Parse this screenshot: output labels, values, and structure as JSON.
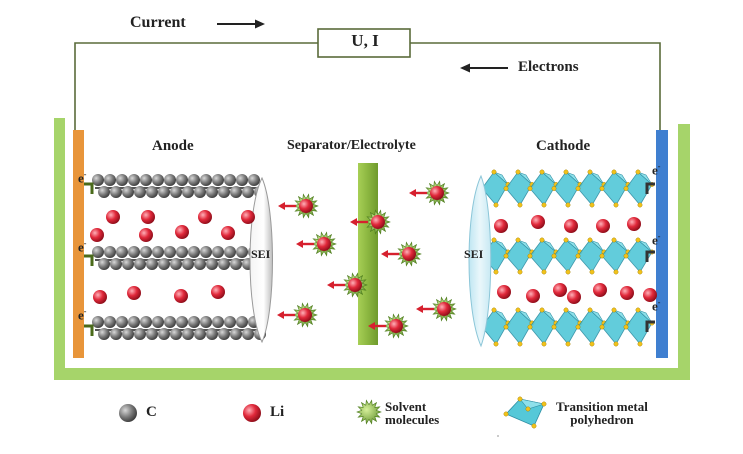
{
  "labels": {
    "current": "Current",
    "electrons": "Electrons",
    "meter": "U, I",
    "anode": "Anode",
    "separator": "Separator/Electrolyte",
    "cathode": "Cathode",
    "sei_left": "SEI",
    "sei_right": "SEI",
    "electron_symbol": "e",
    "electron_charge": "-"
  },
  "legend": {
    "carbon": "C",
    "lithium": "Li",
    "solvent_line1": "Solvent",
    "solvent_line2": "molecules",
    "tmp_line1": "Transition metal",
    "tmp_line2": "polyhedron"
  },
  "colors": {
    "wire": "#5a6b3a",
    "container": "#a6d46a",
    "anode_collector": "#e8953a",
    "cathode_collector": "#3f7fd0",
    "separator": "#8bb640",
    "lithium": "#e02a3a",
    "carbon": "#7d7d7d",
    "polyhedron": "#55c8d8",
    "solvent": "#7fae3a"
  }
}
